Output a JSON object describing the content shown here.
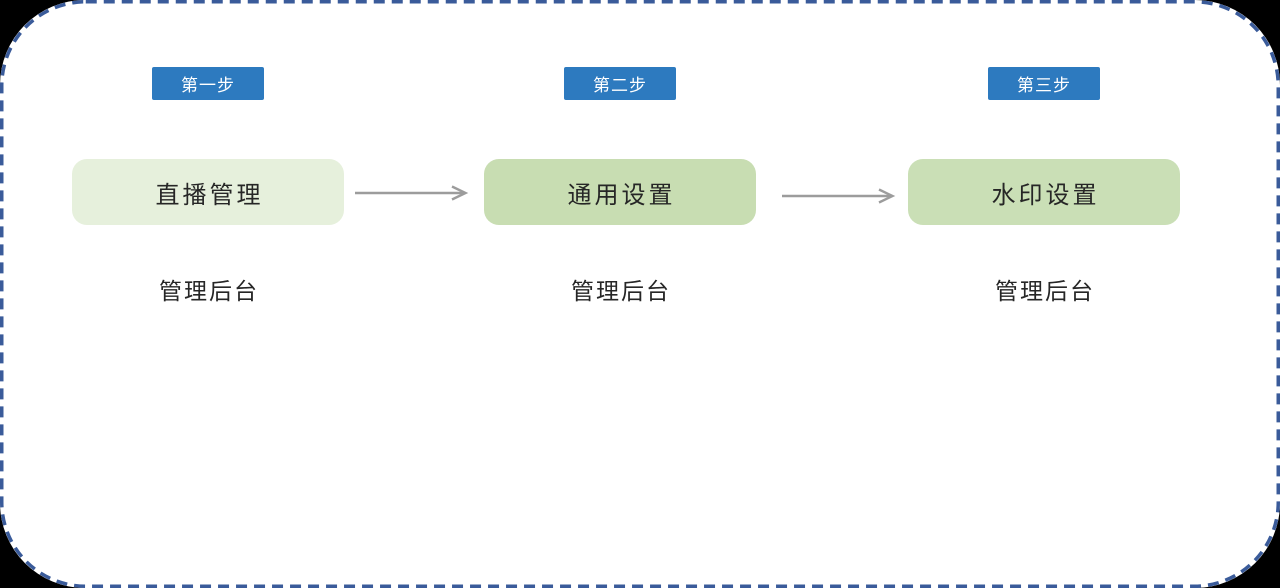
{
  "diagram": {
    "steps": [
      {
        "badge": "第一步",
        "box": "直播管理",
        "caption": "管理后台",
        "box_color": "#e6f0dc"
      },
      {
        "badge": "第二步",
        "box": "通用设置",
        "caption": "管理后台",
        "box_color": "#c8ddb2"
      },
      {
        "badge": "第三步",
        "box": "水印设置",
        "caption": "管理后台",
        "box_color": "#cadfb6"
      }
    ],
    "colors": {
      "badge_bg": "#2d7abf",
      "badge_text": "#ffffff",
      "box_text": "#262626",
      "caption_text": "#262626",
      "arrow": "#9c9c9c",
      "border": "#3a5b9a",
      "panel_bg": "#ffffff",
      "outside_bg": "#000000"
    }
  }
}
